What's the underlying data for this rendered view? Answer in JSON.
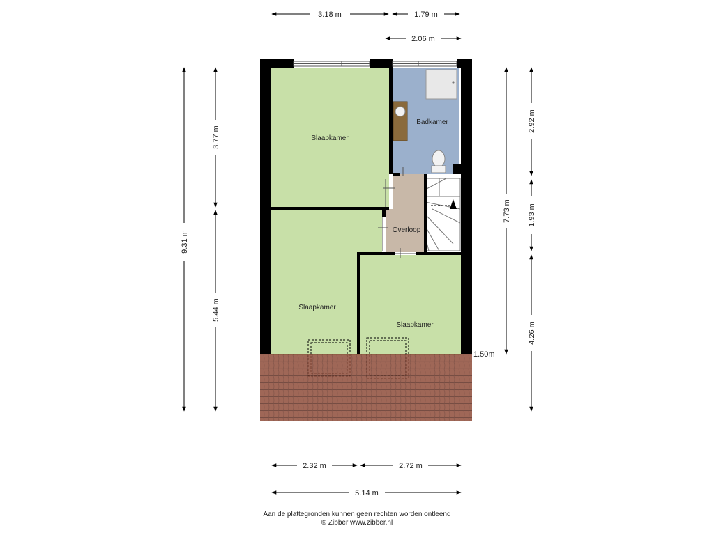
{
  "rooms": {
    "bedroom_top": "Slaapkamer",
    "bathroom": "Badkamer",
    "landing": "Overloop",
    "bedroom_left": "Slaapkamer",
    "bedroom_right": "Slaapkamer"
  },
  "dimensions": {
    "top_left_width": "3.18 m",
    "top_right_width": "1.79 m",
    "top_bath_width": "2.06 m",
    "bottom_left_width": "2.32 m",
    "bottom_right_width": "2.72 m",
    "bottom_total_width": "5.14 m",
    "left_total_height": "9.31 m",
    "left_upper_height": "3.77 m",
    "left_lower_height": "5.44 m",
    "right_total_height": "7.73 m",
    "right_upper_height": "2.92 m",
    "right_middle_height": "1.93 m",
    "right_lower_height": "4.26 m",
    "roof_height_marker": "1.50m"
  },
  "footer": {
    "disclaimer": "Aan de plattegronden kunnen geen rechten worden ontleend",
    "copyright": "© Zibber www.zibber.nl"
  },
  "colors": {
    "bedroom": "#c8e0a8",
    "bathroom": "#9bb0cc",
    "landing": "#c8b8a8",
    "wall": "#000000",
    "roof": "#8a4a38"
  }
}
